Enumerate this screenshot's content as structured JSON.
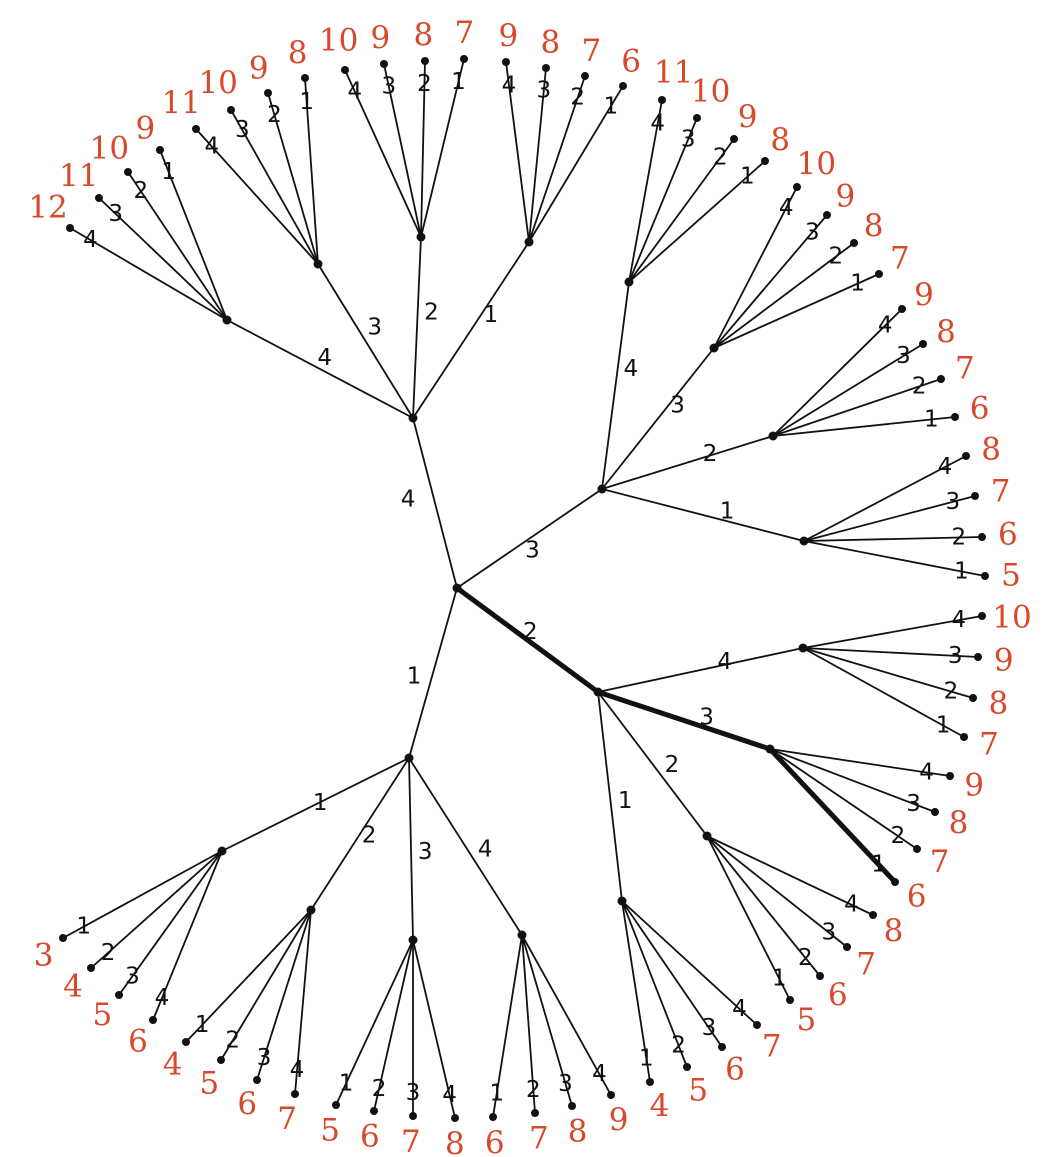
{
  "colors": {
    "edge": "#111111",
    "leaf_label": "#d8482a",
    "background": "#ffffff"
  },
  "tree": {
    "children": [
      {
        "label": "1",
        "children": [
          {
            "label": "1",
            "children": [
              {
                "label": "1",
                "value": "3"
              },
              {
                "label": "2",
                "value": "4"
              },
              {
                "label": "3",
                "value": "5"
              },
              {
                "label": "4",
                "value": "6"
              }
            ]
          },
          {
            "label": "2",
            "children": [
              {
                "label": "1",
                "value": "4"
              },
              {
                "label": "2",
                "value": "5"
              },
              {
                "label": "3",
                "value": "6"
              },
              {
                "label": "4",
                "value": "7"
              }
            ]
          },
          {
            "label": "3",
            "children": [
              {
                "label": "1",
                "value": "5"
              },
              {
                "label": "2",
                "value": "6"
              },
              {
                "label": "3",
                "value": "7"
              },
              {
                "label": "4",
                "value": "8"
              }
            ]
          },
          {
            "label": "4",
            "children": [
              {
                "label": "1",
                "value": "6"
              },
              {
                "label": "2",
                "value": "7"
              },
              {
                "label": "3",
                "value": "8"
              },
              {
                "label": "4",
                "value": "9"
              }
            ]
          }
        ]
      },
      {
        "label": "2",
        "highlight": true,
        "children": [
          {
            "label": "1",
            "children": [
              {
                "label": "1",
                "value": "4"
              },
              {
                "label": "2",
                "value": "5"
              },
              {
                "label": "3",
                "value": "6"
              },
              {
                "label": "4",
                "value": "7"
              }
            ]
          },
          {
            "label": "2",
            "children": [
              {
                "label": "1",
                "value": "5"
              },
              {
                "label": "2",
                "value": "6"
              },
              {
                "label": "3",
                "value": "7"
              },
              {
                "label": "4",
                "value": "8"
              }
            ]
          },
          {
            "label": "3",
            "highlight": true,
            "children": [
              {
                "label": "1",
                "value": "6",
                "highlight": true
              },
              {
                "label": "2",
                "value": "7"
              },
              {
                "label": "3",
                "value": "8"
              },
              {
                "label": "4",
                "value": "9"
              }
            ]
          },
          {
            "label": "4",
            "children": [
              {
                "label": "1",
                "value": "7"
              },
              {
                "label": "2",
                "value": "8"
              },
              {
                "label": "3",
                "value": "9"
              },
              {
                "label": "4",
                "value": "10"
              }
            ]
          }
        ]
      },
      {
        "label": "3",
        "children": [
          {
            "label": "1",
            "children": [
              {
                "label": "1",
                "value": "5"
              },
              {
                "label": "2",
                "value": "6"
              },
              {
                "label": "3",
                "value": "7"
              },
              {
                "label": "4",
                "value": "8"
              }
            ]
          },
          {
            "label": "2",
            "children": [
              {
                "label": "1",
                "value": "6"
              },
              {
                "label": "2",
                "value": "7"
              },
              {
                "label": "3",
                "value": "8"
              },
              {
                "label": "4",
                "value": "9"
              }
            ]
          },
          {
            "label": "3",
            "children": [
              {
                "label": "1",
                "value": "7"
              },
              {
                "label": "2",
                "value": "8"
              },
              {
                "label": "3",
                "value": "9"
              },
              {
                "label": "4",
                "value": "10"
              }
            ]
          },
          {
            "label": "4",
            "children": [
              {
                "label": "1",
                "value": "8"
              },
              {
                "label": "2",
                "value": "9"
              },
              {
                "label": "3",
                "value": "10"
              },
              {
                "label": "4",
                "value": "11"
              }
            ]
          }
        ]
      },
      {
        "label": "4",
        "children": [
          {
            "label": "1",
            "children": [
              {
                "label": "1",
                "value": "6"
              },
              {
                "label": "2",
                "value": "7"
              },
              {
                "label": "3",
                "value": "8"
              },
              {
                "label": "4",
                "value": "9"
              }
            ]
          },
          {
            "label": "2",
            "children": [
              {
                "label": "1",
                "value": "7"
              },
              {
                "label": "2",
                "value": "8"
              },
              {
                "label": "3",
                "value": "9"
              },
              {
                "label": "4",
                "value": "10"
              }
            ]
          },
          {
            "label": "3",
            "children": [
              {
                "label": "1",
                "value": "8"
              },
              {
                "label": "2",
                "value": "9"
              },
              {
                "label": "3",
                "value": "10"
              },
              {
                "label": "4",
                "value": "11"
              }
            ]
          },
          {
            "label": "4",
            "children": [
              {
                "label": "1",
                "value": "9"
              },
              {
                "label": "2",
                "value": "10"
              },
              {
                "label": "3",
                "value": "11"
              },
              {
                "label": "4",
                "value": "12"
              }
            ]
          }
        ]
      }
    ]
  }
}
